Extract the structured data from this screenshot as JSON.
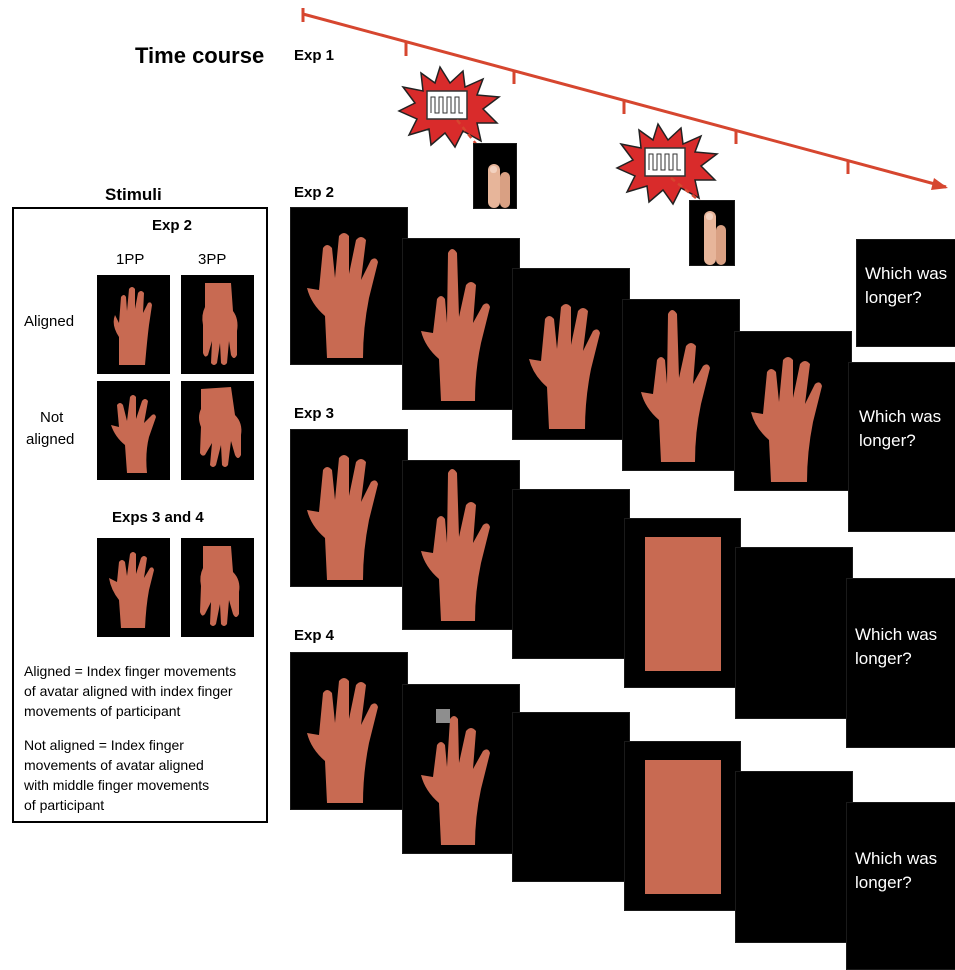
{
  "colors": {
    "timeline": "#d6462f",
    "skin": "#c86a52",
    "skin_dark": "#a5503c",
    "burst_fill": "#d92b2b",
    "panel_bg": "#000000",
    "text": "#000000",
    "question_text": "#ffffff"
  },
  "header": {
    "time_course": "Time course",
    "exp1": "Exp 1"
  },
  "stimuli": {
    "title": "Stimuli",
    "exp2_title": "Exp 2",
    "col_1pp": "1PP",
    "col_3pp": "3PP",
    "row_aligned": "Aligned",
    "row_not_aligned_1": "Not",
    "row_not_aligned_2": "aligned",
    "exps34_title": "Exps 3 and 4",
    "def_aligned": [
      "Aligned = Index finger  movements",
      "of avatar aligned with index finger",
      "movements of participant"
    ],
    "def_not_aligned": [
      "Not aligned = Index finger",
      "movements of avatar aligned",
      "with middle finger movements",
      "of participant"
    ]
  },
  "rows": {
    "exp2": "Exp 2",
    "exp3": "Exp 3",
    "exp4": "Exp 4"
  },
  "question": {
    "line1": "Which was",
    "line2": "longer?"
  },
  "icons": {
    "burst": "vibration-burst-icon",
    "finger": "participant-finger-icon",
    "hand_rest": "avatar-hand-rest",
    "hand_index_up": "avatar-hand-index-raised",
    "cue": "gray-square-cue"
  }
}
